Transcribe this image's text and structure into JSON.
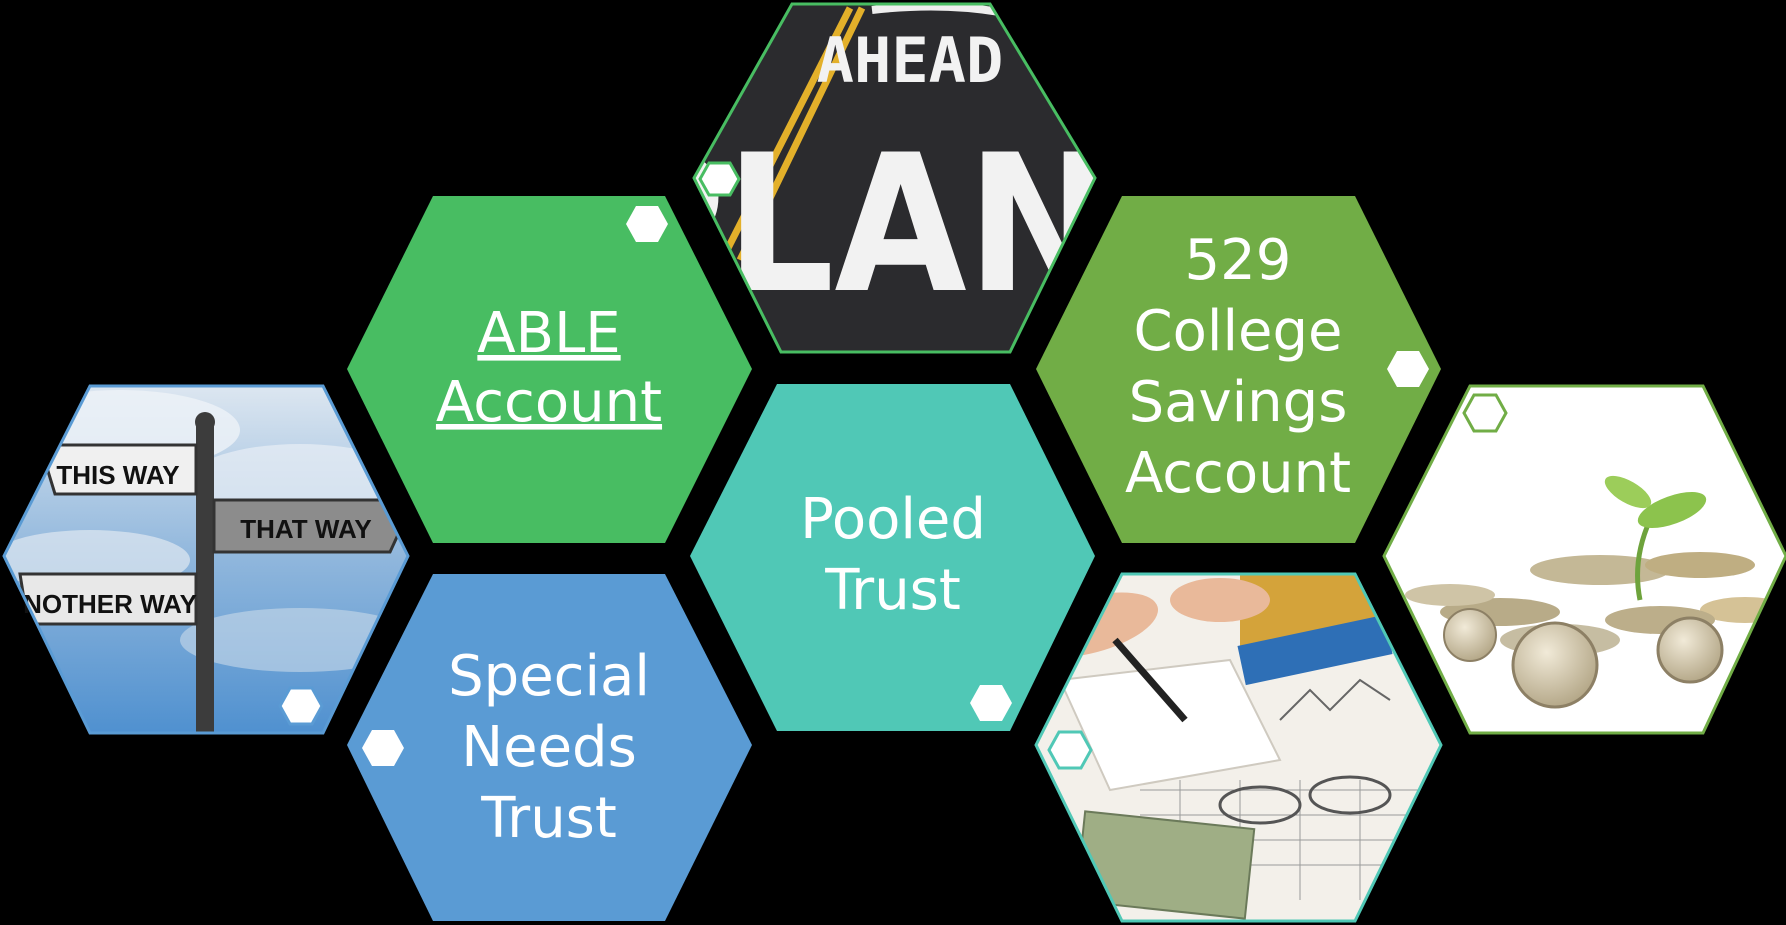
{
  "colors": {
    "background": "#000000",
    "able": "#48bd62",
    "pooled": "#50c8b6",
    "college529": "#71ad46",
    "special_needs": "#5a9bd4",
    "badge": "#ffffff"
  },
  "hexes": {
    "able": {
      "line1": "ABLE",
      "line2": "Account",
      "is_link": true
    },
    "pooled": {
      "line1": "Pooled",
      "line2": "Trust"
    },
    "college529": {
      "line1": "529",
      "line2": "College",
      "line3": "Savings",
      "line4": "Account"
    },
    "special_needs": {
      "line1": "Special",
      "line2": "Needs",
      "line3": "Trust"
    }
  },
  "photos": {
    "plan_ahead": {
      "icon": "road-marking-photo",
      "road_text_top": "AHEAD",
      "road_text_bottom": "PLAN"
    },
    "signpost": {
      "icon": "signpost-photo",
      "sign1": "THIS WAY",
      "sign2": "THAT WAY",
      "sign3": "NOTHER WAY"
    },
    "coins": {
      "icon": "coins-sprout-photo"
    },
    "paperwork": {
      "icon": "finance-paperwork-photo"
    }
  }
}
